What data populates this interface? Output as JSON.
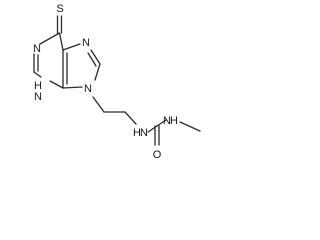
{
  "molecule": {
    "atom_labels": {
      "thione_s": "S",
      "n1": "N",
      "n3h": "H",
      "n3": "N",
      "n7": "N",
      "n9": "N",
      "urea_nh1_h": "H",
      "urea_nh1_n": "N",
      "urea_nh2_h": "H",
      "urea_nh2_n": "N",
      "carbonyl_o": "O"
    },
    "colors": {
      "bond": "#2a2a2a",
      "label": "#1a1a1a",
      "background": "#ffffff"
    }
  }
}
